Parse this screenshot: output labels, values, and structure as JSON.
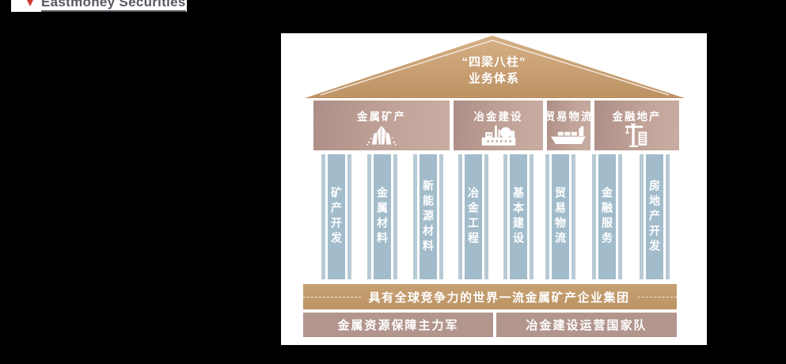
{
  "logo": {
    "text": "Eastmoney Securities"
  },
  "diagram": {
    "roof": {
      "title_line1": "“四梁八柱”",
      "title_line2": "业务体系"
    },
    "beams": [
      {
        "label": "金属矿产",
        "icon": "crystal-mineral-icon"
      },
      {
        "label": "冶金建设",
        "icon": "factory-icon"
      },
      {
        "label": "贸易物流",
        "icon": "cargo-ship-icon"
      },
      {
        "label": "金融地产",
        "icon": "crane-building-icon"
      }
    ],
    "pillars": [
      "矿产开发",
      "金属材料",
      "新能源材料",
      "冶金工程",
      "基本建设",
      "贸易物流",
      "金融服务",
      "房地产开发"
    ],
    "foundation_label": "具有全球竞争力的世界一流金属矿产企业集团",
    "footer_bars": [
      {
        "label": "金属资源保障主力军"
      },
      {
        "label": "冶金建设运营国家队"
      }
    ],
    "colors": {
      "roof": "#c9a176",
      "beam": "#bb9c93",
      "pillar": "#a3bccb",
      "foundation": "#c29b6a",
      "footer": "#b2968e",
      "logo_red": "#c9392b"
    }
  }
}
